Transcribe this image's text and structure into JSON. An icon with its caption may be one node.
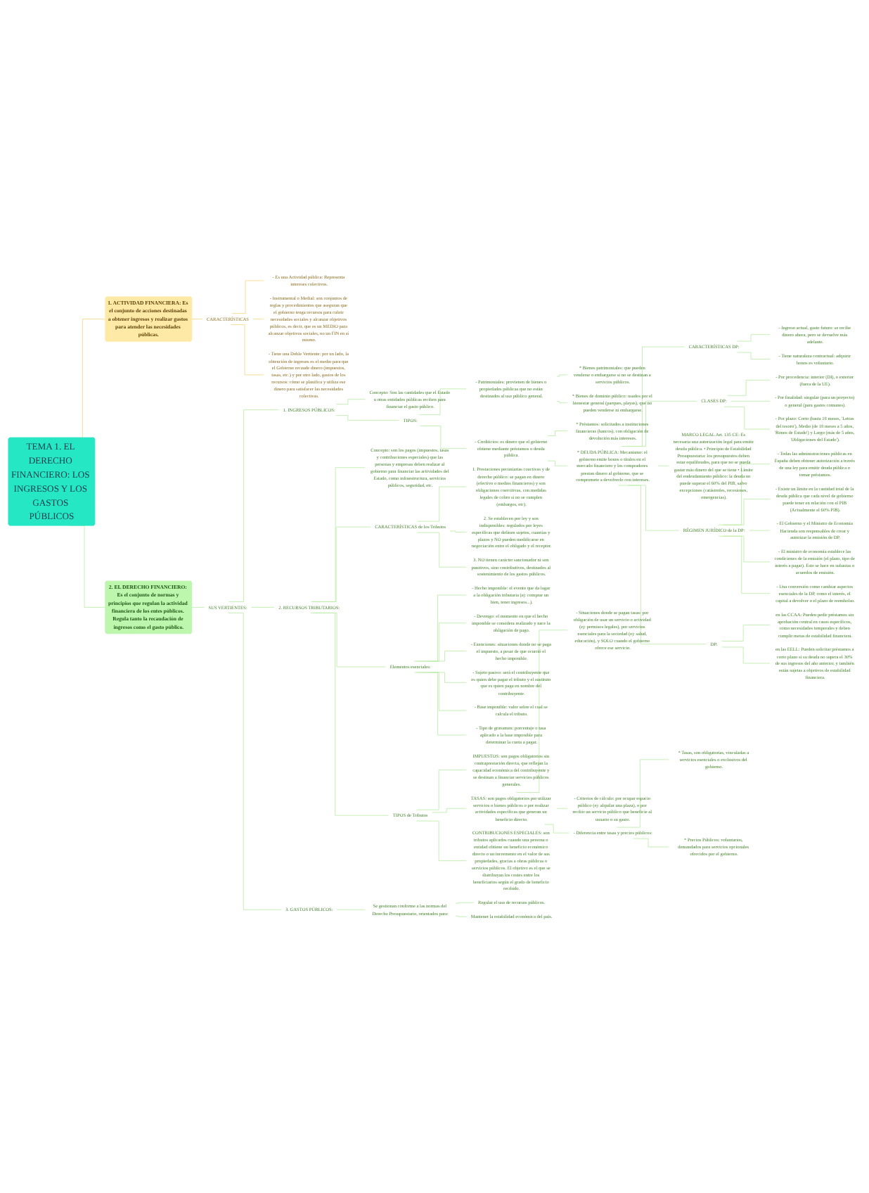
{
  "diagram": {
    "nodes": [
      {
        "text": [
          "TEMA 1. EL DERECHO FINANCIERO: LOS INGRESOS Y LOS GASTOS PÚBLICOS"
        ]
      },
      {
        "text": [
          "1. ACTIVIDAD FINANCIERA: Es el conjunto de acciones destinadas a obtener ingresos y realizar gastos para atender las necesidades públicas."
        ]
      },
      {
        "text": [
          "CARACTERÍSTICAS"
        ]
      },
      {
        "text": [
          "- Es una Actividad pública: Representa intereses colectivos."
        ]
      },
      {
        "text": [
          "- Instrumental o Medial: son conjuntos de reglas y procedimientos que aseguran que el gobierno tenga recursos para cubrir necesidades sociales y alcanzar objetivos públicos, es decir, que es un MEDIO para alcanzar objetivos sociales, no un FIN en sí mismo."
        ]
      },
      {
        "text": [
          "- Tiene una Doble Vertiente: por un lado, la obtención de ingresos es el medio para que el Gobierno recaude dinero (impuestos, tasas, etc.) y por otro lado, gastos de los recursos: cómo se planifica y utiliza ese dinero para satisfacer las necesidades colectivas."
        ]
      },
      {
        "text": [
          "2. EL DERECHO FINANCIERO: Es el conjunto de normas y principios que regulan la actividad financiera de los entes públicos. Regula tanto la recaudación de ingresos como el gasto público."
        ]
      },
      {
        "text": [
          "SUS VERTIENTES:"
        ]
      },
      {
        "text": [
          "1. INGRESOS PÚBLICOS:"
        ]
      },
      {
        "text": [
          "Concepto: Son las cantidades que el Estado u otras entidades públicas reciben para financiar el gasto público."
        ]
      },
      {
        "text": [
          "TIPOS:"
        ]
      },
      {
        "text": [
          "- Patrimoniales: provienen de bienes o propiedades públicas que no están destinados al uso público general."
        ]
      },
      {
        "text": [
          "* Bienes patrimoniales: que pueden venderse o embargarse si no se destinan a servicios públicos."
        ]
      },
      {
        "text": [
          "* Bienes de dominio público: usados por el bienestar general (parques, playas), que no pueden venderse ni embargarse."
        ]
      },
      {
        "text": [
          "- Crediticios: es dinero que el gobierno obtiene mediante préstamos o deuda pública."
        ]
      },
      {
        "text": [
          "* Préstamos: solicitados a instituciones financieras (bancos), con obligación de devolución más intereses."
        ]
      },
      {
        "text": [
          "* DEUDA PÚBLICA: Mecanismo: el gobierno emite bonos o títulos en el mercado financiero y los compradores prestan dinero al gobierno, que se compromete a devolverlo con intereses."
        ]
      },
      {
        "text": [
          "CARACTERÍSTICAS DP:"
        ]
      },
      {
        "text": [
          "- Ingreso actual, gasto futuro: se recibe dinero ahora, pero se devuelve más adelante."
        ]
      },
      {
        "text": [
          "- Tiene naturaleza contractual: adquirir bonos es voluntario."
        ]
      },
      {
        "text": [
          "CLASES DP:"
        ]
      },
      {
        "text": [
          "- Por procedencia: interior (DI), o exterior (fuera de la UE)."
        ]
      },
      {
        "text": [
          "- Por finalidad: singular (para un proyecto) o general (para gastos comunes)."
        ]
      },
      {
        "text": [
          "- Por plazo: Corto (hasta 18 meses, 'Letras del tesoro'), Medio (de 18 meses a 5 años, 'Bonos de Estado') y Largo (más de 5 años, 'Obligaciones del Estado')."
        ]
      },
      {
        "text": [
          "MARCO LEGAL Art. 135 CE: Es necesaria una autorización legal para emitir deuda pública. • Principio de Estabilidad Presupuestaria: los presupuestos deben estar equilibrados, para que no se pueda gastar más dinero del que se tiene • Límite del endeudamiento público: la deuda no puede superar el 60% del PIB, salvo excepciones (catástrofes, recesiones, emergencias)."
        ]
      },
      {
        "text": [
          "RÉGIMEN JURÍDICO de la DP:"
        ]
      },
      {
        "text": [
          "- Todas las administraciones públicas en España deben obtener autorización a través de una ley para emitir deuda pública o tomar préstamos."
        ]
      },
      {
        "text": [
          "- Existe un límite en la cantidad total de la deuda pública que cada nivel de gobierno puede tener en relación con el PIB (Actualmente el 60% PIB)."
        ]
      },
      {
        "text": [
          "- El Gobierno y el Ministro de Economía Hacienda son responsables de crear y autorizar la emisión de DP."
        ]
      },
      {
        "text": [
          "- El ministro de economía establece las condiciones de la emisión (el plazo, tipo de interés a pagar). Esto se hace en subastas o acuerdos de emisión."
        ]
      },
      {
        "text": [
          "- Una conversión como cambiar aspectos esenciales de la DP, como el interés, el capital a devolver o el plazo de reembolso."
        ]
      },
      {
        "text": [
          "DP:"
        ]
      },
      {
        "text": [
          "en las CCAA: Pueden pedir préstamos sin aprobación central en casos específicos, como necesidades temporales y deben cumplir metas de estabilidad financiera."
        ]
      },
      {
        "text": [
          "en las EELL: Pueden solicitar préstamos a corto plazo si su deuda no supera el 30% de sus ingresos del año anterior, y también están sujetas a objetivos de estabilidad financiera."
        ]
      },
      {
        "text": [
          "2. RECURSOS TRIBUTARIOS:"
        ]
      },
      {
        "text": [
          "Concepto: son los pagos (impuestos, tasas y contribuciones especiales) que las personas y empresas deben realizar al gobierno para financiar las actividades del Estado, como infraestructura, servicios públicos, seguridad, etc."
        ]
      },
      {
        "text": [
          "CARACTERÍSTICAS de los Tributos"
        ]
      },
      {
        "text": [
          "1. Prestaciones pecuniarias coactivas y de derecho público: se pagan en dinero (efectivo o medios financieros) y son obligaciones coercitivas, con medidas legales de cobro si no se cumplen (embargos, etc)."
        ]
      },
      {
        "text": [
          "2. Se establecen por ley y son indisponibles: regulados por leyes específicas que definen sujetos, cuantías y plazos y NO pueden modificarse en negociación entre el obligado y el receptor."
        ]
      },
      {
        "text": [
          "3. NO tienen carácter sancionador ni son punitivos, sino contributivos, destinados al sostenimiento de los gastos públicos."
        ]
      },
      {
        "text": [
          "Elementos esenciales:"
        ]
      },
      {
        "text": [
          "- Hecho imponible: el evento que da lugar a la obligación tributaria (ej: comprar un bien, tener ingresos...)."
        ]
      },
      {
        "text": [
          "- Devengo: el momento en que el hecho imponible se considera realizado y nace la obligación de pago."
        ]
      },
      {
        "text": [
          "- Exenciones: situaciones donde no se paga el impuesto, a pesar de que ocurrió el hecho imponible."
        ]
      },
      {
        "text": [
          "- Sujeto pasivo: será el contribuyente que es quien debe pagar el tributo y el sustituto que es quien paga en nombre del contribuyente."
        ]
      },
      {
        "text": [
          "- Base imponible: valor sobre el cual se calcula el tributo."
        ]
      },
      {
        "text": [
          "- Tipo de gravamen: porcentaje o tasa aplicado a la base imponible para determinar la cuota a pagar."
        ]
      },
      {
        "text": [
          "TIPOS de Tributos"
        ]
      },
      {
        "text": [
          "IMPUESTOS: son pagos obligatorios sin contraprestación directa, que reflejan la capacidad económica del contribuyente y se destinan a financiar servicios públicos generales."
        ]
      },
      {
        "text": [
          "TASAS: son pagos obligatorios por utilizar servicios o bienes públicos o por realizar actividades específicas que generan un beneficio directo."
        ]
      },
      {
        "text": [
          "- Situaciones donde se pagan tasas: por obligación de usar un servicio o actividad (ej: permisos legales), por servicios esenciales para la sociedad (ej: salud, educación), y SOLO cuando el gobierno ofrece ese servicio."
        ]
      },
      {
        "text": [
          "- Criterios de cálculo: por ocupar espacio público (ej: alquilar una plaza), o por recibir un servicio público que beneficie al usuario o su gasto."
        ]
      },
      {
        "text": [
          "- Diferencia entre tasas y precios públicos:"
        ]
      },
      {
        "text": [
          "* Tasas, son obligatorias, vinculadas a servicios esenciales o exclusivos del gobierno."
        ]
      },
      {
        "text": [
          "* Precios Públicos: voluntarios, demandados para servicios opcionales ofrecidos por el gobierno."
        ]
      },
      {
        "text": [
          "CONTRIBUCIONES ESPECIALES: son tributos aplicados cuando una persona o entidad obtiene un beneficio económico directo o un incremento en el valor de sus propiedades, gracias a obras públicas o servicios públicos. El objetivo es el que se distribuyan los costes entre los beneficiarios según el grado de beneficio recibido."
        ]
      },
      {
        "text": [
          "3. GASTOS PÚBLICOS:"
        ]
      },
      {
        "text": [
          "Se gestionan conforme a las normas del Derecho Presupuestario, orientados para:"
        ]
      },
      {
        "text": [
          "Regular el uso de recursos públicos."
        ]
      },
      {
        "text": [
          "Mantener la estabilidad económica del país."
        ]
      }
    ],
    "edges": [
      {
        "from": 0,
        "to": 1,
        "arrow": "none",
        "color": "#f5d57e"
      },
      {
        "from": 1,
        "to": 2,
        "arrow": "none",
        "color": "#f5d57e"
      },
      {
        "from": 2,
        "to": 3,
        "arrow": "none",
        "color": "#f5d57e"
      },
      {
        "from": 2,
        "to": 4,
        "arrow": "none",
        "color": "#f5d57e"
      },
      {
        "from": 2,
        "to": 5,
        "arrow": "none",
        "color": "#f5d57e"
      },
      {
        "from": 0,
        "to": 6,
        "arrow": "none"
      },
      {
        "from": 6,
        "to": 7,
        "arrow": "none"
      },
      {
        "from": 7,
        "to": 8,
        "arrow": "none"
      },
      {
        "from": 8,
        "to": 9,
        "arrow": "none"
      },
      {
        "from": 8,
        "to": 10,
        "arrow": "none"
      },
      {
        "from": 10,
        "to": 11,
        "arrow": "none"
      },
      {
        "from": 11,
        "to": 12,
        "arrow": "none"
      },
      {
        "from": 11,
        "to": 13,
        "arrow": "none"
      },
      {
        "from": 10,
        "to": 14,
        "arrow": "none"
      },
      {
        "from": 14,
        "to": 15,
        "arrow": "none"
      },
      {
        "from": 14,
        "to": 16,
        "arrow": "none"
      },
      {
        "from": 16,
        "to": 17,
        "arrow": "none"
      },
      {
        "from": 17,
        "to": 18,
        "arrow": "none"
      },
      {
        "from": 17,
        "to": 19,
        "arrow": "none"
      },
      {
        "from": 16,
        "to": 20,
        "arrow": "none"
      },
      {
        "from": 20,
        "to": 21,
        "arrow": "none"
      },
      {
        "from": 20,
        "to": 22,
        "arrow": "none"
      },
      {
        "from": 20,
        "to": 23,
        "arrow": "none"
      },
      {
        "from": 16,
        "to": 24,
        "arrow": "none"
      },
      {
        "from": 16,
        "to": 25,
        "arrow": "none"
      },
      {
        "from": 25,
        "to": 26,
        "arrow": "none"
      },
      {
        "from": 25,
        "to": 27,
        "arrow": "none"
      },
      {
        "from": 25,
        "to": 28,
        "arrow": "none"
      },
      {
        "from": 25,
        "to": 29,
        "arrow": "none"
      },
      {
        "from": 25,
        "to": 30,
        "arrow": "none"
      },
      {
        "from": 16,
        "to": 31,
        "arrow": "none"
      },
      {
        "from": 31,
        "to": 32,
        "arrow": "none"
      },
      {
        "from": 31,
        "to": 33,
        "arrow": "none"
      },
      {
        "from": 7,
        "to": 34,
        "arrow": "none"
      },
      {
        "from": 34,
        "to": 35,
        "arrow": "none"
      },
      {
        "from": 34,
        "to": 36,
        "arrow": "none"
      },
      {
        "from": 36,
        "to": 37,
        "arrow": "none"
      },
      {
        "from": 36,
        "to": 38,
        "arrow": "none"
      },
      {
        "from": 36,
        "to": 39,
        "arrow": "none"
      },
      {
        "from": 34,
        "to": 40,
        "arrow": "none"
      },
      {
        "from": 40,
        "to": 41,
        "arrow": "none"
      },
      {
        "from": 40,
        "to": 42,
        "arrow": "none"
      },
      {
        "from": 40,
        "to": 43,
        "arrow": "none"
      },
      {
        "from": 40,
        "to": 44,
        "arrow": "none"
      },
      {
        "from": 40,
        "to": 45,
        "arrow": "none"
      },
      {
        "from": 40,
        "to": 46,
        "arrow": "none"
      },
      {
        "from": 34,
        "to": 47,
        "arrow": "none"
      },
      {
        "from": 47,
        "to": 48,
        "arrow": "none"
      },
      {
        "from": 47,
        "to": 49,
        "arrow": "none"
      },
      {
        "from": 49,
        "to": 50,
        "arrow": "none"
      },
      {
        "from": 49,
        "to": 51,
        "arrow": "none"
      },
      {
        "from": 49,
        "to": 52,
        "arrow": "none"
      },
      {
        "from": 52,
        "to": 53,
        "arrow": "none"
      },
      {
        "from": 52,
        "to": 54,
        "arrow": "none"
      },
      {
        "from": 47,
        "to": 55,
        "arrow": "none"
      },
      {
        "from": 7,
        "to": 56,
        "arrow": "none"
      },
      {
        "from": 56,
        "to": 57,
        "arrow": "none"
      },
      {
        "from": 57,
        "to": 58,
        "arrow": "none"
      },
      {
        "from": 57,
        "to": 59,
        "arrow": "none"
      }
    ]
  }
}
